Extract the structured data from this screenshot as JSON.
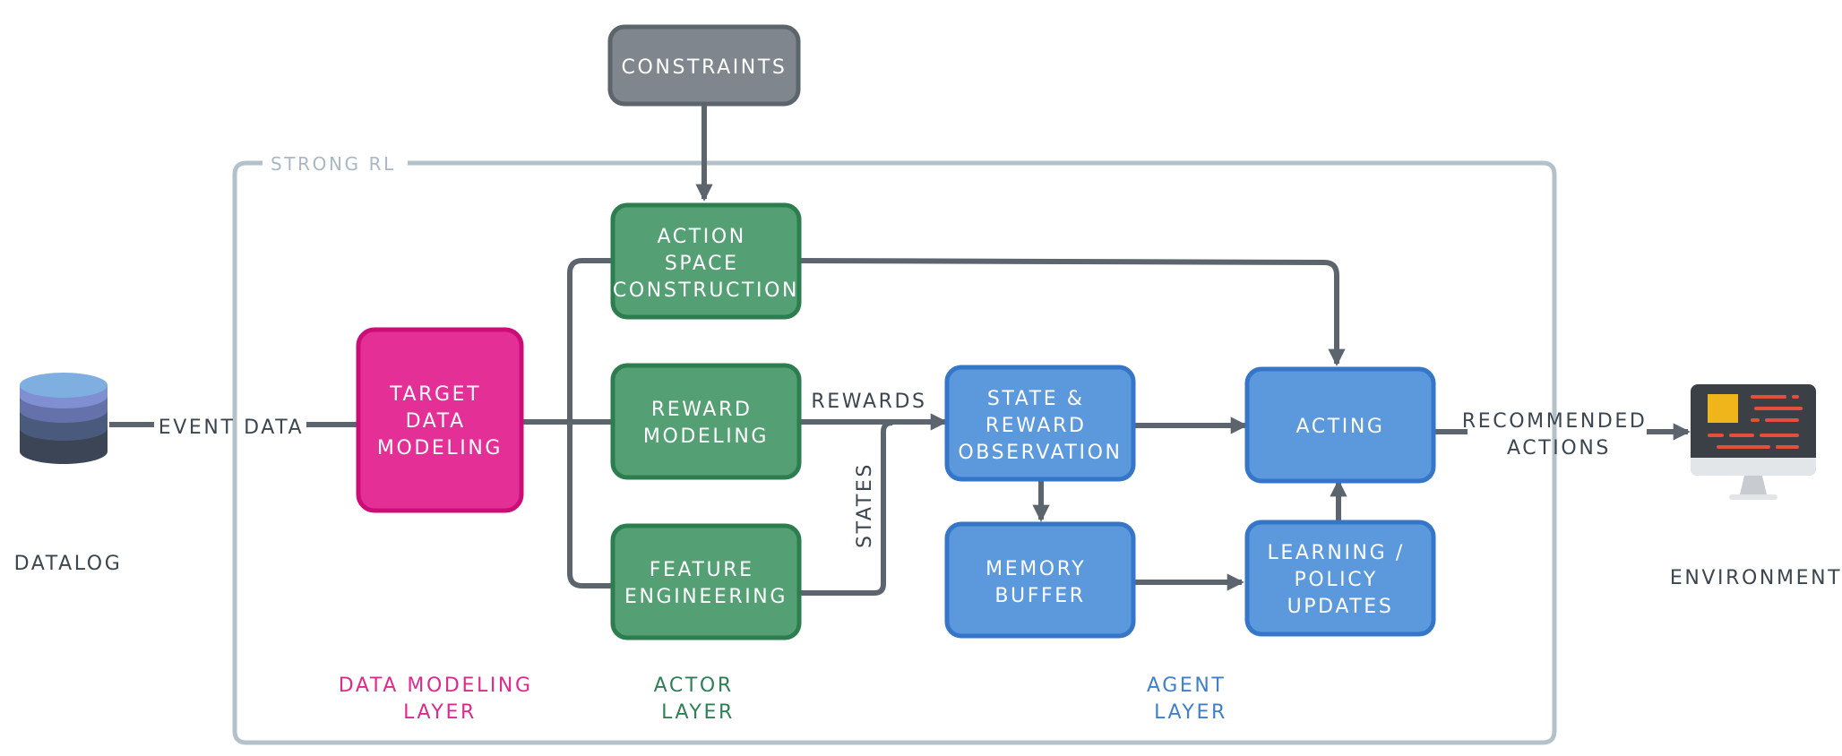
{
  "frame": {
    "label": "STRONG RL"
  },
  "nodes": {
    "constraints": [
      "CONSTRAINTS"
    ],
    "target_data_modeling": [
      "TARGET",
      "DATA",
      "MODELING"
    ],
    "action_space": [
      "ACTION",
      "SPACE",
      "CONSTRUCTION"
    ],
    "reward_modeling": [
      "REWARD",
      "MODELING"
    ],
    "feature_engineering": [
      "FEATURE",
      "ENGINEERING"
    ],
    "state_reward_observation": [
      "STATE &",
      "REWARD",
      "OBSERVATION"
    ],
    "memory_buffer": [
      "MEMORY",
      "BUFFER"
    ],
    "acting": [
      "ACTING"
    ],
    "learning_policy": [
      "LEARNING /",
      "POLICY",
      "UPDATES"
    ]
  },
  "edge_labels": {
    "event_data": "EVENT DATA",
    "rewards": "REWARDS",
    "states": "STATES",
    "recommended_actions": [
      "RECOMMENDED",
      "ACTIONS"
    ]
  },
  "externals": {
    "datalog": "DATALOG",
    "environment": "ENVIRONMENT"
  },
  "layers": {
    "data_modeling": [
      "DATA MODELING",
      "LAYER"
    ],
    "actor": [
      "ACTOR",
      "LAYER"
    ],
    "agent": [
      "AGENT",
      "LAYER"
    ]
  },
  "colors": {
    "constraints_fill": "#7f868d",
    "constraints_stroke": "#5d656c",
    "pink_fill": "#e32f96",
    "pink_stroke": "#cc0d78",
    "green_fill": "#54a074",
    "green_stroke": "#2d7e4f",
    "blue_fill": "#5b98dc",
    "blue_stroke": "#3576c8",
    "frame": "#b3c1cb",
    "edge": "#5c656e"
  }
}
